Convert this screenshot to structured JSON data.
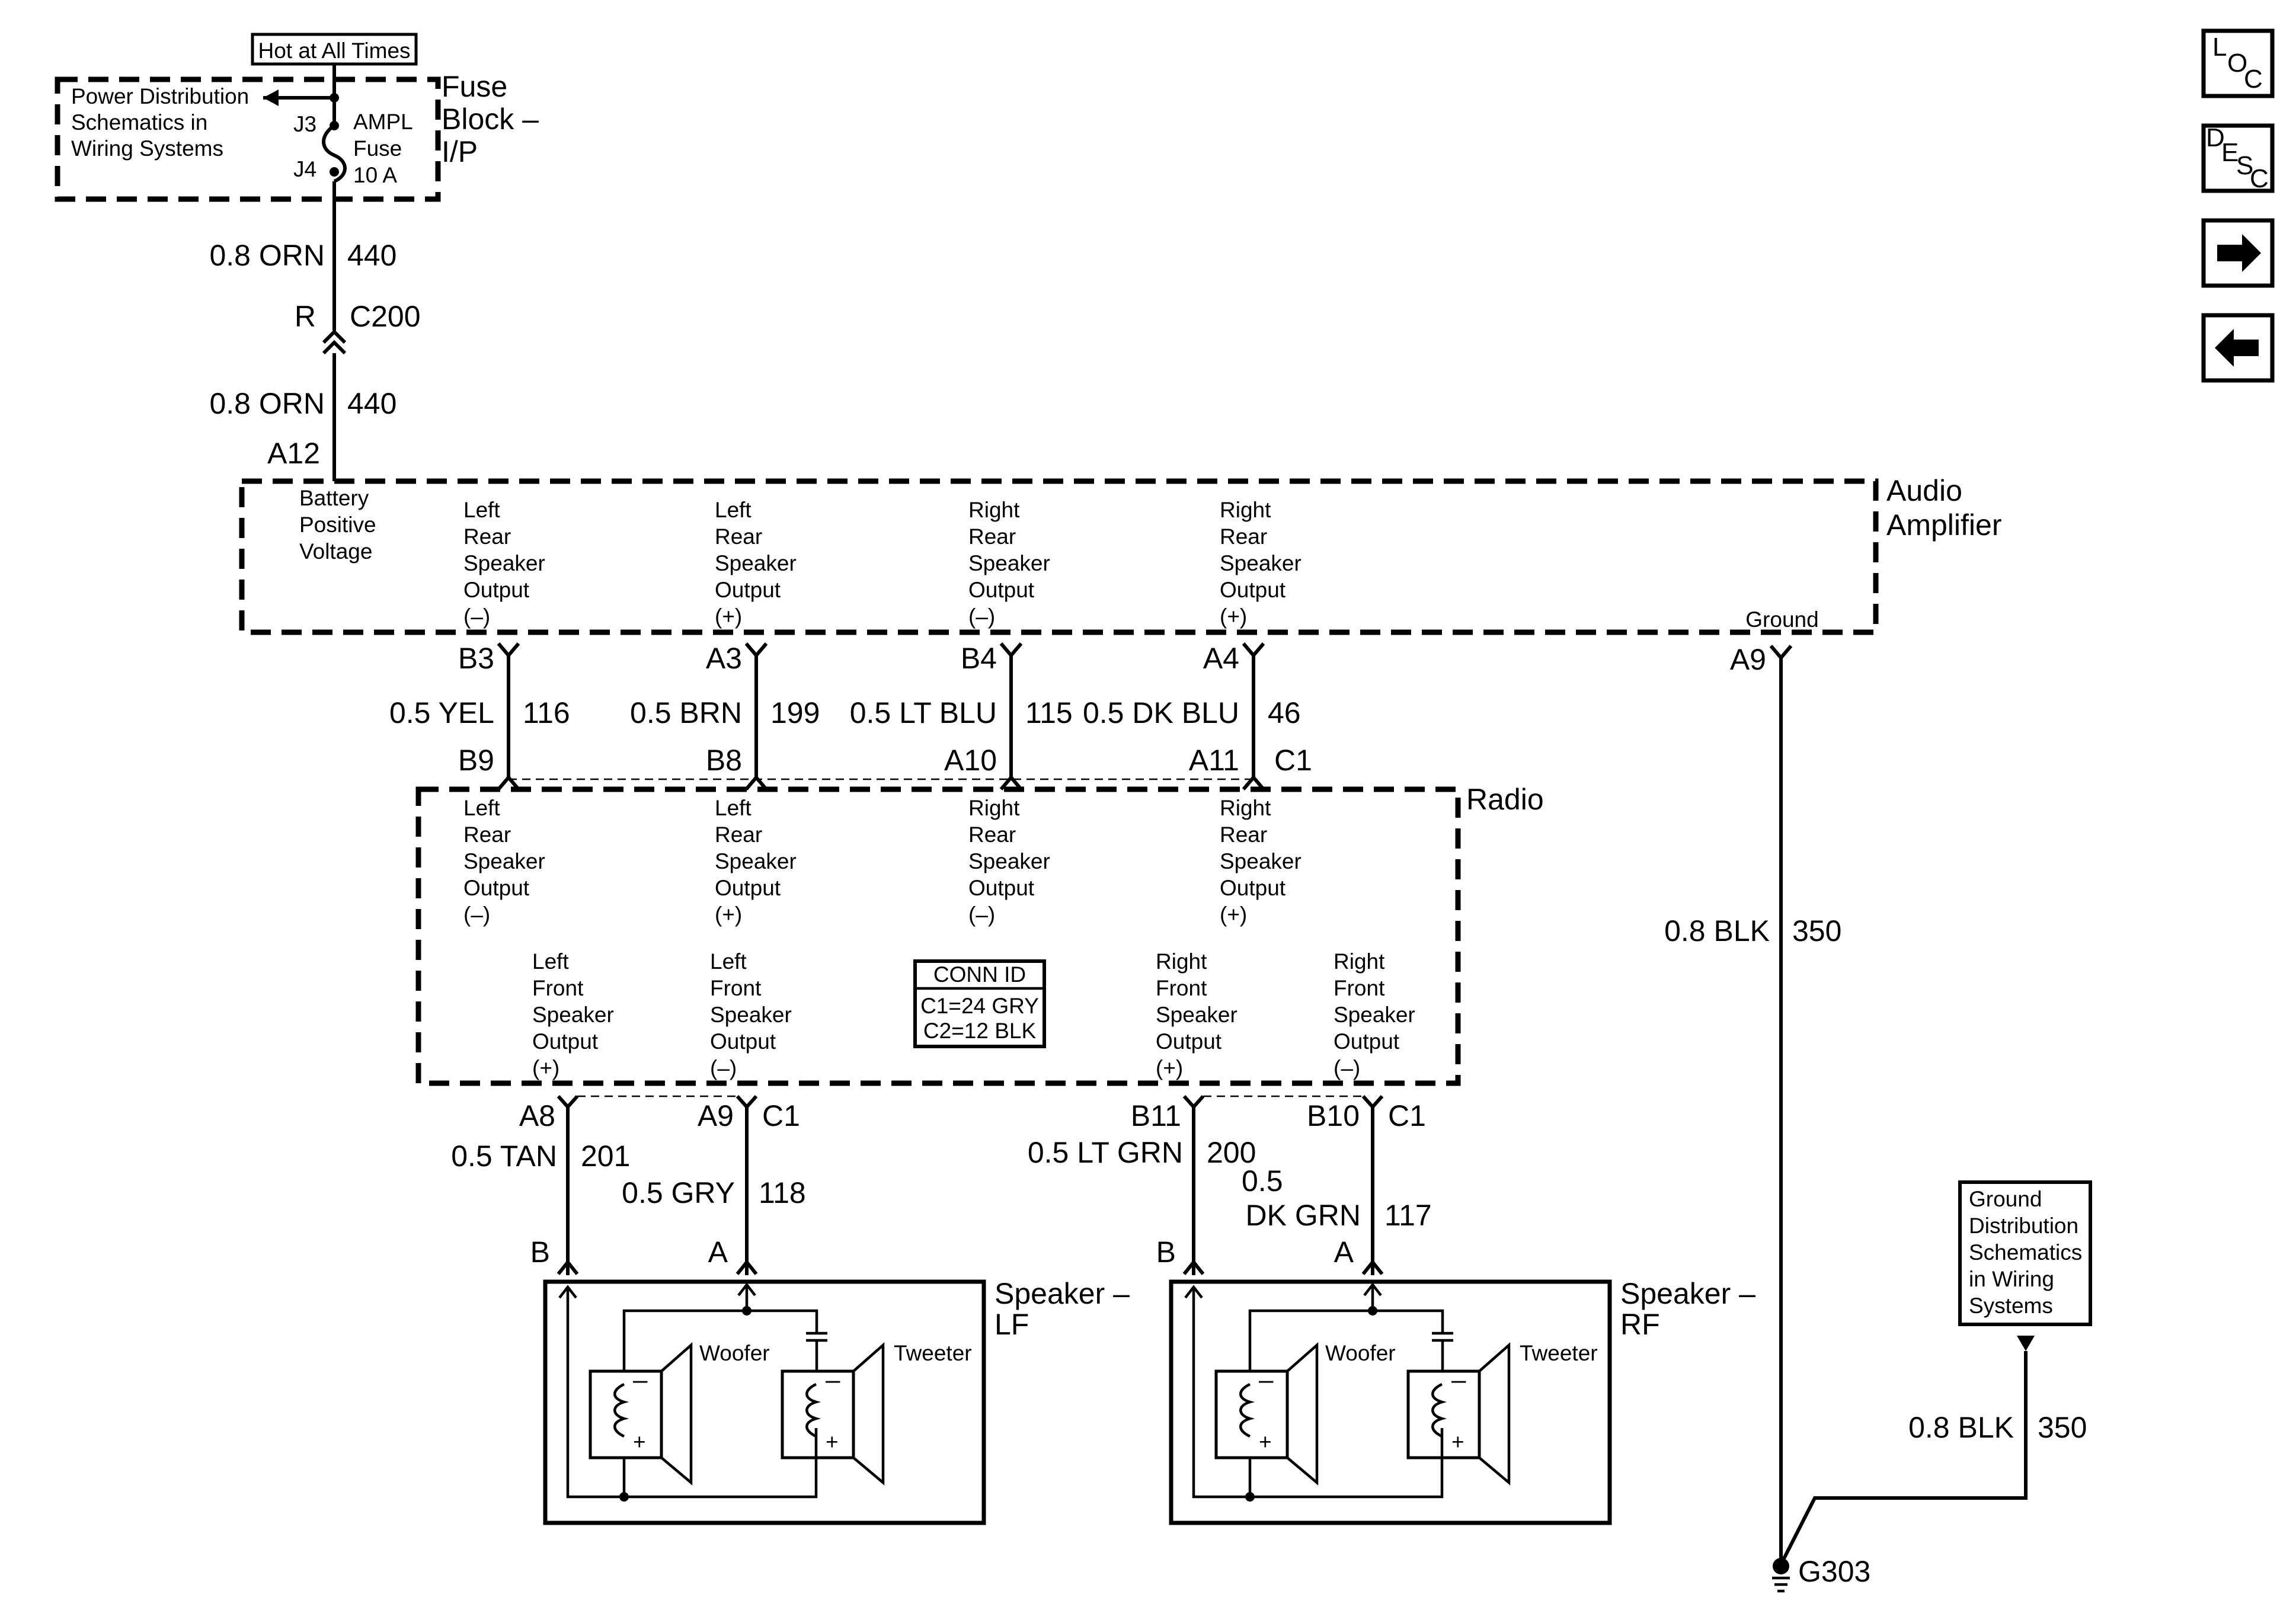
{
  "nav": {
    "loc": {
      "l": "L",
      "o": "O",
      "c": "C"
    },
    "desc": {
      "d": "D",
      "e": "E",
      "s": "S",
      "c": "C"
    }
  },
  "fuse_block": {
    "hot_label": "Hot at All Times",
    "ref_text": [
      "Power Distribution",
      "Schematics in",
      "Wiring Systems"
    ],
    "j3": "J3",
    "j4": "J4",
    "fuse_text": [
      "AMPL",
      "Fuse",
      "10 A"
    ],
    "title": [
      "Fuse",
      "Block –",
      "I/P"
    ]
  },
  "feed": {
    "wire1_gauge": "0.8 ORN",
    "wire1_circuit": "440",
    "conn_pin": "R",
    "conn_name": "C200",
    "wire2_gauge": "0.8 ORN",
    "wire2_circuit": "440",
    "amp_pin": "A12"
  },
  "amplifier": {
    "title": [
      "Audio",
      "Amplifier"
    ],
    "battery": [
      "Battery",
      "Positive",
      "Voltage"
    ],
    "ground": "Ground",
    "outputs": [
      {
        "lines": [
          "Left",
          "Rear",
          "Speaker",
          "Output",
          "(–)"
        ]
      },
      {
        "lines": [
          "Left",
          "Rear",
          "Speaker",
          "Output",
          "(+)"
        ]
      },
      {
        "lines": [
          "Right",
          "Rear",
          "Speaker",
          "Output",
          "(–)"
        ]
      },
      {
        "lines": [
          "Right",
          "Rear",
          "Speaker",
          "Output",
          "(+)"
        ]
      }
    ]
  },
  "rear_wires": [
    {
      "amp_pin": "B3",
      "gauge": "0.5 YEL",
      "circuit": "116",
      "radio_pin": "B9"
    },
    {
      "amp_pin": "A3",
      "gauge": "0.5 BRN",
      "circuit": "199",
      "radio_pin": "B8"
    },
    {
      "amp_pin": "B4",
      "gauge": "0.5 LT BLU",
      "circuit": "115",
      "radio_pin": "A10"
    },
    {
      "amp_pin": "A4",
      "gauge": "0.5 DK BLU",
      "circuit": "46",
      "radio_pin": "A11"
    }
  ],
  "radio_conn_top": "C1",
  "amp_ground": {
    "pin": "A9",
    "gauge": "0.8 BLK",
    "circuit": "350"
  },
  "radio": {
    "title": "Radio",
    "rear_outputs": [
      {
        "lines": [
          "Left",
          "Rear",
          "Speaker",
          "Output",
          "(–)"
        ]
      },
      {
        "lines": [
          "Left",
          "Rear",
          "Speaker",
          "Output",
          "(+)"
        ]
      },
      {
        "lines": [
          "Right",
          "Rear",
          "Speaker",
          "Output",
          "(–)"
        ]
      },
      {
        "lines": [
          "Right",
          "Rear",
          "Speaker",
          "Output",
          "(+)"
        ]
      }
    ],
    "front_outputs": [
      {
        "lines": [
          "Left",
          "Front",
          "Speaker",
          "Output",
          "(+)"
        ]
      },
      {
        "lines": [
          "Left",
          "Front",
          "Speaker",
          "Output",
          "(–)"
        ]
      },
      {
        "lines": [
          "Right",
          "Front",
          "Speaker",
          "Output",
          "(+)"
        ]
      },
      {
        "lines": [
          "Right",
          "Front",
          "Speaker",
          "Output",
          "(–)"
        ]
      }
    ],
    "conn_id": {
      "title": "CONN ID",
      "c1": "C1=24 GRY",
      "c2": "C2=12 BLK"
    }
  },
  "front_wires": {
    "lf_b": {
      "radio_pin": "A8",
      "gauge": "0.5 TAN",
      "circuit": "201",
      "spk_pin": "B"
    },
    "lf_a": {
      "radio_pin": "A9",
      "gauge": "0.5 GRY",
      "circuit": "118",
      "spk_pin": "A"
    },
    "lf_conn": "C1",
    "rf_b": {
      "radio_pin": "B11",
      "gauge": "0.5 LT GRN",
      "circuit": "200",
      "spk_pin": "B"
    },
    "rf_a": {
      "radio_pin": "B10",
      "gauge_l1": "0.5",
      "gauge_l2": "DK GRN",
      "circuit": "117",
      "spk_pin": "A"
    },
    "rf_conn": "C1"
  },
  "speakers": {
    "lf": {
      "title": [
        "Speaker –",
        "LF"
      ],
      "woofer": "Woofer",
      "tweeter": "Tweeter"
    },
    "rf": {
      "title": [
        "Speaker –",
        "RF"
      ],
      "woofer": "Woofer",
      "tweeter": "Tweeter"
    },
    "minus": "–",
    "plus": "+"
  },
  "ground_dist": {
    "ref_text": [
      "Ground",
      "Distribution",
      "Schematics",
      "in Wiring",
      "Systems"
    ],
    "gauge": "0.8 BLK",
    "circuit": "350",
    "ground_name": "G303"
  }
}
